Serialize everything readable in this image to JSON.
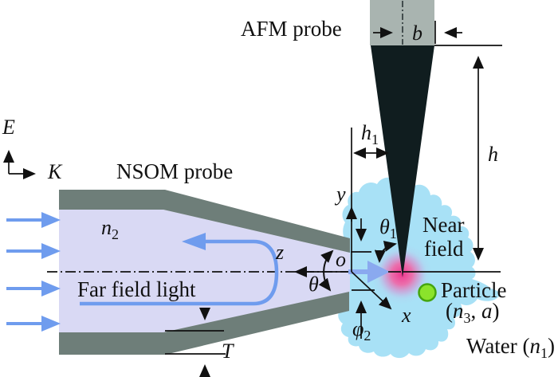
{
  "annotations": {
    "afm_probe": "AFM probe",
    "nsom_probe": "NSOM probe",
    "far_field_light": "Far field light",
    "near_field": [
      "Near",
      "field"
    ],
    "particle_label": "Particle",
    "particle_params_open": "(",
    "particle_params_n": "n",
    "particle_params_n_sub": "3",
    "particle_params_sep": ", ",
    "particle_params_a": "a",
    "particle_params_close": ")",
    "water_prefix": "Water (",
    "water_n": "n",
    "water_n_sub": "1",
    "water_suffix": ")"
  },
  "symbols": {
    "E": "E",
    "K": "K",
    "y": "y",
    "x": "x",
    "z": "z",
    "origin": "o",
    "theta": "θ",
    "theta1_base": "θ",
    "theta1_sub": "1",
    "phi2_base": "φ",
    "phi2_sub": "2",
    "h": "h",
    "h1_base": "h",
    "h1_sub": "1",
    "b": "b",
    "T": "T",
    "n2_base": "n",
    "n2_sub": "2"
  },
  "colors": {
    "nsom_cladding": "#6e7e79",
    "nsom_core": "#d9d9f4",
    "afm_body": "#a9b4b0",
    "afm_tip": "#101d1f",
    "near_field_region": "#a8e1f6",
    "light_arrow": "#6f9cee",
    "exit_arrow": "#8aa9ef",
    "spot_core": "#f0378f",
    "spot_mid": "#ee6aa9",
    "spot_outer": "#cf9ed8",
    "spot_fade": "#b9c8ec",
    "particle_fill": "#8be32b",
    "particle_stroke": "#45a50e",
    "ink": "#111111"
  }
}
